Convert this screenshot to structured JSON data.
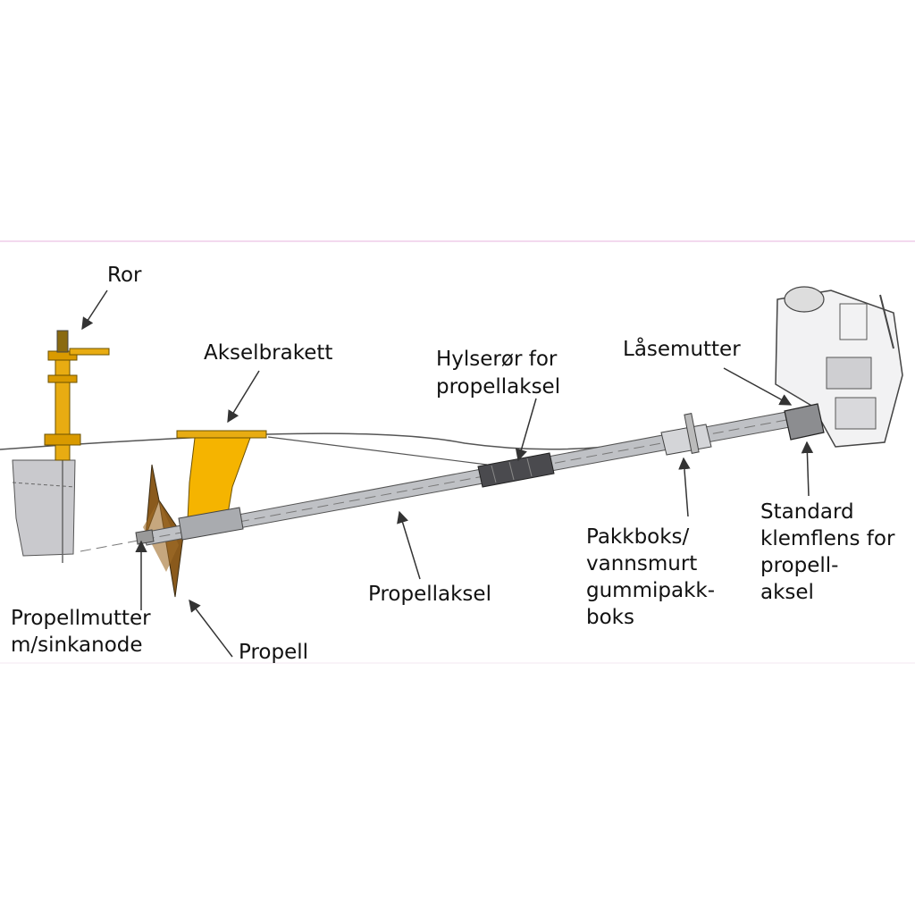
{
  "labels": {
    "ror": "Ror",
    "akselbrakett": "Akselbrakett",
    "hylseror_line1": "Hylserør for",
    "hylseror_line2": "propellaksel",
    "lasemutter": "Låsemutter",
    "standard_line1": "Standard",
    "standard_line2": "klemflens for",
    "standard_line3": "propell-",
    "standard_line4": "aksel",
    "pakkboks_line1": "Pakkboks/",
    "pakkboks_line2": "vannsmurt",
    "pakkboks_line3": "gummipakk-",
    "pakkboks_line4": "boks",
    "propellaksel": "Propellaksel",
    "propellmutter_line1": "Propellmutter",
    "propellmutter_line2": "m/sinkanode",
    "propell": "Propell"
  },
  "colors": {
    "bracket": "#f5b400",
    "rudder_shaft": "#e8ac12",
    "propeller": "#8a5a1c",
    "rudder_blade": "#c9c9cd",
    "shaft": "#bfc1c5",
    "sleeve": "#4a4a4e",
    "line": "#333333",
    "frame": "#f3d9ee"
  }
}
